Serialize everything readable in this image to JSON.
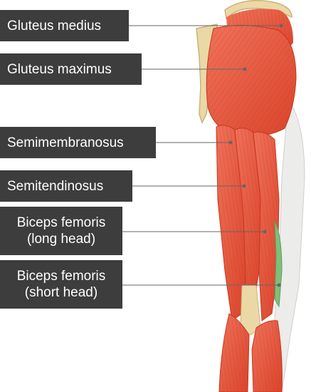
{
  "labels": {
    "gluteus_medius": "Gluteus medius",
    "gluteus_maximus": "Gluteus maximus",
    "semimembranosus": "Semimembranosus",
    "semitendinosus": "Semitendinosus",
    "biceps_long": {
      "line1": "Biceps femoris",
      "line2": "(long head)"
    },
    "biceps_short": {
      "line1": "Biceps femoris",
      "line2": "(short head)"
    }
  },
  "colors": {
    "label_bg": "#3d3d3d",
    "label_text": "#ffffff",
    "muscle": "#e8543a",
    "muscle_dark": "#c8371f",
    "bone": "#ead9a6",
    "fascia": "#ececea",
    "highlight_green": "#7fbf7a",
    "leader_line": "#666666"
  }
}
